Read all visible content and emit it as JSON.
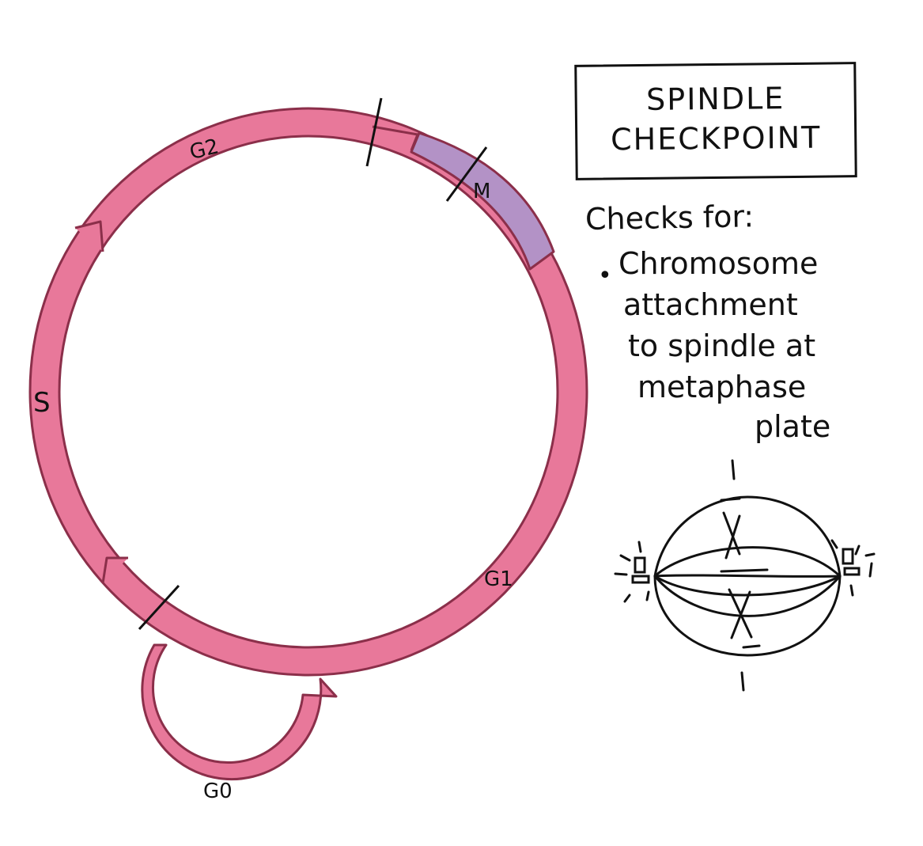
{
  "title": {
    "line1": "SPINDLE",
    "line2": "CHECKPOINT"
  },
  "notes": {
    "heading": "Checks for:",
    "bullet_lines": [
      "Chromosome",
      "attachment",
      "to spindle at",
      "metaphase",
      "plate"
    ]
  },
  "phases": {
    "g1": "G1",
    "s": "S",
    "g2": "G2",
    "m": "M",
    "g0": "G0"
  },
  "colors": {
    "ring": "#e8789a",
    "ring_outline": "#8b2f4a",
    "mitosis": "#b392c6",
    "ink": "#111111"
  }
}
